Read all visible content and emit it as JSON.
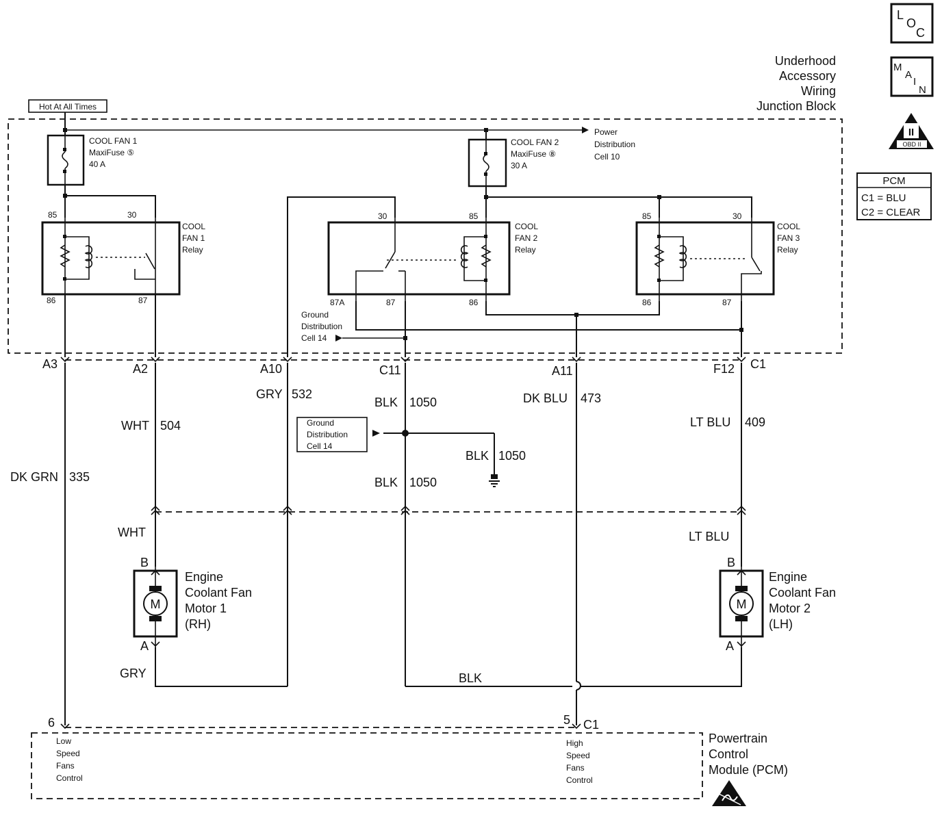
{
  "nav": {
    "loc_icon": "loc-icon",
    "loc_letters": [
      "L",
      "O",
      "C"
    ],
    "main_icon": "main-icon",
    "main_letters": [
      "M",
      "A",
      "I",
      "N"
    ],
    "obd_icon": "obd-ii-icon",
    "obd_numeral": "II",
    "obd_label": "OBD II"
  },
  "pcm_legend": {
    "title": "PCM",
    "c1": "C1 = BLU",
    "c2": "C2 = CLEAR"
  },
  "junction_block": {
    "title_lines": [
      "Underhood",
      "Accessory",
      "Wiring",
      "Junction Block"
    ]
  },
  "hot_label": "Hot At All Times",
  "fuses": {
    "fan1": {
      "lines": [
        "COOL FAN 1",
        "MaxiFuse ⑤",
        "40 A"
      ]
    },
    "fan2": {
      "lines": [
        "COOL FAN 2",
        "MaxiFuse ⑧",
        "30 A"
      ]
    }
  },
  "power_distribution": [
    "Power",
    "Distribution",
    "Cell 10"
  ],
  "relays": {
    "fan1": {
      "lines": [
        "COOL",
        "FAN 1",
        "Relay"
      ],
      "pins": [
        "85",
        "30",
        "86",
        "87"
      ]
    },
    "fan2": {
      "lines": [
        "COOL",
        "FAN 2",
        "Relay"
      ],
      "pins": [
        "30",
        "85",
        "87A",
        "87",
        "86"
      ]
    },
    "fan3": {
      "lines": [
        "COOL",
        "FAN 3",
        "Relay"
      ],
      "pins": [
        "85",
        "30",
        "86",
        "87"
      ]
    }
  },
  "ground_distribution_upper": [
    "Ground",
    "Distribution",
    "Cell 14"
  ],
  "ground_distribution_lower": [
    "Ground",
    "Distribution",
    "Cell 14"
  ],
  "connectors": {
    "a3": "A3",
    "a2": "A2",
    "a10": "A10",
    "c11": "C11",
    "a11": "A11",
    "f12": "F12",
    "c1": "C1",
    "pcm_6": "6",
    "pcm_5": "5",
    "pcm_c1": "C1",
    "motor1_b": "B",
    "motor1_a": "A",
    "motor2_b": "B",
    "motor2_a": "A"
  },
  "wires": {
    "dkgrn": "DK GRN",
    "dkgrn_num": "335",
    "wht": "WHT",
    "wht_num": "504",
    "gry": "GRY",
    "gry_num": "532",
    "blk_top": "BLK",
    "blk_top_num": "1050",
    "blk_gnd": "BLK",
    "blk_gnd_num": "1050",
    "blk_mid": "BLK",
    "blk_mid_num": "1050",
    "dkblu": "DK BLU",
    "dkblu_num": "473",
    "ltblu": "LT BLU",
    "ltblu_num": "409",
    "wht_low": "WHT",
    "ltblu_low": "LT BLU",
    "gry_low": "GRY",
    "blk_low": "BLK"
  },
  "motors": {
    "m1": {
      "lines": [
        "Engine",
        "Coolant Fan",
        "Motor 1",
        "(RH)"
      ],
      "symbol": "M"
    },
    "m2": {
      "lines": [
        "Engine",
        "Coolant Fan",
        "Motor 2",
        "(LH)"
      ],
      "symbol": "M"
    }
  },
  "pcm": {
    "title_lines": [
      "Powertrain",
      "Control",
      "Module (PCM)"
    ],
    "low": [
      "Low",
      "Speed",
      "Fans",
      "Control"
    ],
    "high": [
      "High",
      "Speed",
      "Fans",
      "Control"
    ],
    "esd_icon": "esd-sensitive-icon"
  }
}
